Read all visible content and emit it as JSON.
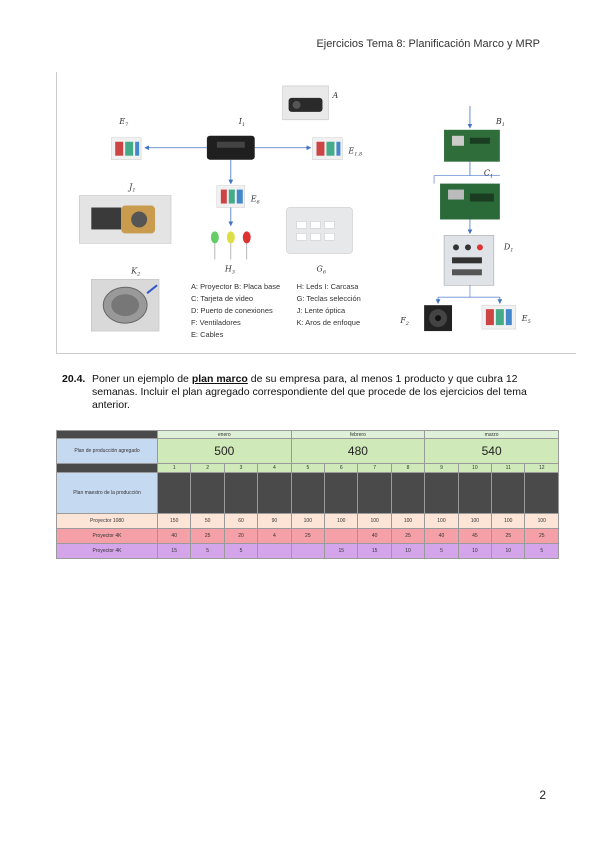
{
  "header": {
    "title": "Ejercicios Tema 8: Planificación Marco y MRP"
  },
  "figure": {
    "labels": {
      "a": "A",
      "b1": "B",
      "b1_sub": "1",
      "c1": "C",
      "c1_sub": "1",
      "d1": "D",
      "d1_sub": "1",
      "e7": "E",
      "e7_sub": "7",
      "e18": "E",
      "e18_sub": "1,8",
      "e6": "E",
      "e6_sub": "6",
      "e5": "E",
      "e5_sub": "5",
      "f2": "F",
      "f2_sub": "2",
      "g6": "G",
      "g6_sub": "6",
      "h3": "H",
      "h3_sub": "3",
      "i1": "I",
      "i1_sub": "1",
      "j1": "J",
      "j1_sub": "1",
      "k2": "K",
      "k2_sub": "2"
    },
    "legend_left": [
      "A: Proyector   B: Placa base",
      "C: Tarjeta de video",
      "D: Puerto de conexiones",
      "F: Ventiladores",
      "E: Cables"
    ],
    "legend_right": [
      "H: Leds     I: Carcasa",
      "G: Teclas selección",
      "J: Lente óptica",
      "K: Aros de enfoque"
    ],
    "colors": {
      "arrow": "#4472c4",
      "line": "#6b8fd6"
    }
  },
  "question": {
    "number": "20.4.",
    "line1_pre": "Poner un ejemplo de ",
    "line1_bold": "plan marco",
    "line1_post": " de su empresa para, al menos 1 producto y que cubra 12",
    "line2": "semanas. Incluir el plan agregado correspondiente del que procede de los ejercicios del tema",
    "line3": "anterior."
  },
  "table": {
    "months": [
      "enero",
      "febrero",
      "marzo"
    ],
    "agg_label": "Plan de producción agregado",
    "agg_values": [
      "500",
      "480",
      "540"
    ],
    "weeks": [
      "1",
      "2",
      "3",
      "4",
      "5",
      "6",
      "7",
      "8",
      "9",
      "10",
      "11",
      "12"
    ],
    "mps_label": "Plan maestro de la producción",
    "rows": [
      {
        "name": "Proyector 1080",
        "values": [
          "150",
          "50",
          "60",
          "90",
          "100",
          "100",
          "100",
          "100",
          "100",
          "100",
          "100",
          "100"
        ]
      },
      {
        "name": "Proyector 4K",
        "values": [
          "40",
          "25",
          "20",
          "4",
          "25",
          "",
          "40",
          "25",
          "40",
          "45",
          "25",
          "25"
        ]
      },
      {
        "name": "Proyector 4K",
        "values": [
          "15",
          "5",
          "5",
          "",
          "",
          "15",
          "15",
          "10",
          "5",
          "10",
          "10",
          "5"
        ]
      }
    ],
    "colors": {
      "header_dark": "#4a4a4a",
      "green": "#cfe9b8",
      "blue_label": "#c5d9f1",
      "peach": "#fce4d6",
      "pink": "#f4a0a6",
      "purple": "#d4a5ea"
    }
  },
  "page": {
    "number": "2"
  }
}
